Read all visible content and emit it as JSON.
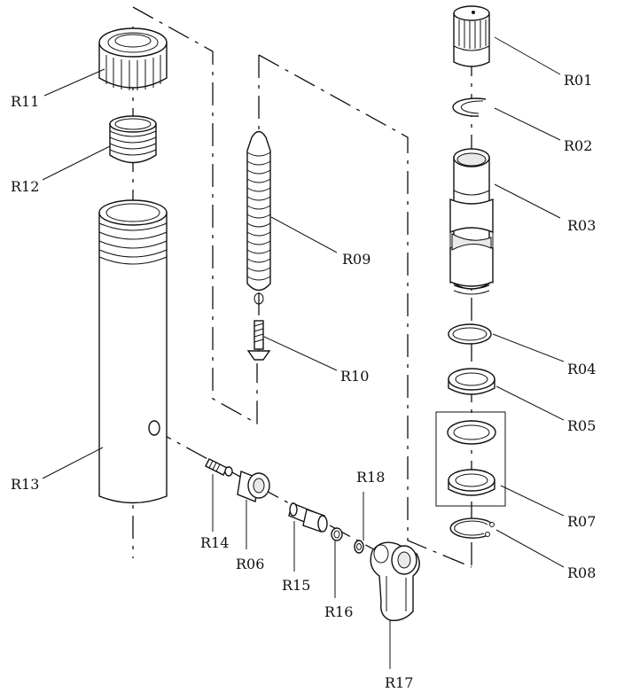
{
  "diagram": {
    "labels": [
      {
        "id": "R01",
        "text": "R01"
      },
      {
        "id": "R02",
        "text": "R02"
      },
      {
        "id": "R03",
        "text": "R03"
      },
      {
        "id": "R04",
        "text": "R04"
      },
      {
        "id": "R05",
        "text": "R05"
      },
      {
        "id": "R06",
        "text": "R06"
      },
      {
        "id": "R07",
        "text": "R07"
      },
      {
        "id": "R08",
        "text": "R08"
      },
      {
        "id": "R09",
        "text": "R09"
      },
      {
        "id": "R10",
        "text": "R10"
      },
      {
        "id": "R11",
        "text": "R11"
      },
      {
        "id": "R12",
        "text": "R12"
      },
      {
        "id": "R13",
        "text": "R13"
      },
      {
        "id": "R14",
        "text": "R14"
      },
      {
        "id": "R15",
        "text": "R15"
      },
      {
        "id": "R16",
        "text": "R16"
      },
      {
        "id": "R17",
        "text": "R17"
      },
      {
        "id": "R18",
        "text": "R18"
      }
    ]
  }
}
